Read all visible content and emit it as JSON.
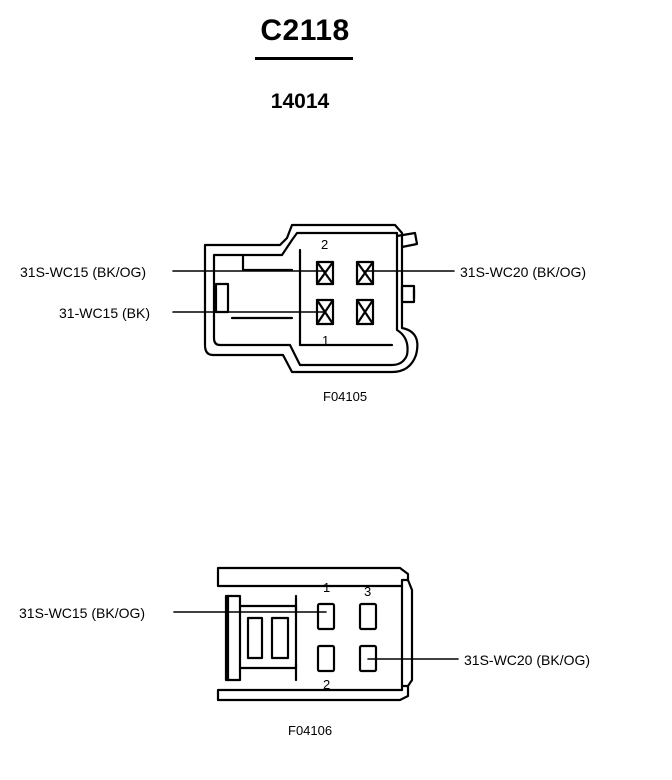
{
  "header": {
    "title": "C2118",
    "subtitle": "14014"
  },
  "connector1": {
    "figure": "F04105",
    "pin_numbers": {
      "top": "2",
      "bottom": "1"
    },
    "wires": {
      "left_top": "31S-WC15 (BK/OG)",
      "left_bottom": "31-WC15 (BK)",
      "right": "31S-WC20 (BK/OG)"
    }
  },
  "connector2": {
    "figure": "F04106",
    "pin_numbers": {
      "top_left": "1",
      "top_right": "3",
      "bottom": "2"
    },
    "wires": {
      "left": "31S-WC15 (BK/OG)",
      "right": "31S-WC20 (BK/OG)"
    }
  }
}
